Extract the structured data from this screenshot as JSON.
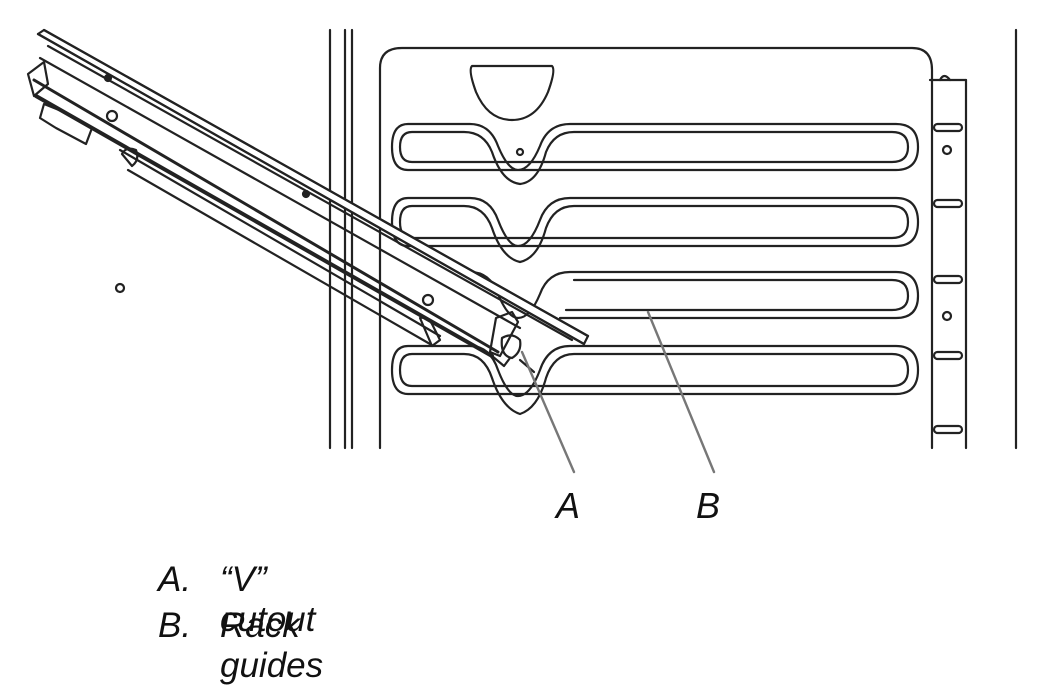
{
  "callouts": [
    {
      "letter": "A"
    },
    {
      "letter": "B"
    }
  ],
  "legend": [
    {
      "letter": "A.",
      "text": "“V” cutout"
    },
    {
      "letter": "B.",
      "text": "Rack guides"
    }
  ],
  "colors": {
    "line": "#222222",
    "background": "#ffffff"
  }
}
